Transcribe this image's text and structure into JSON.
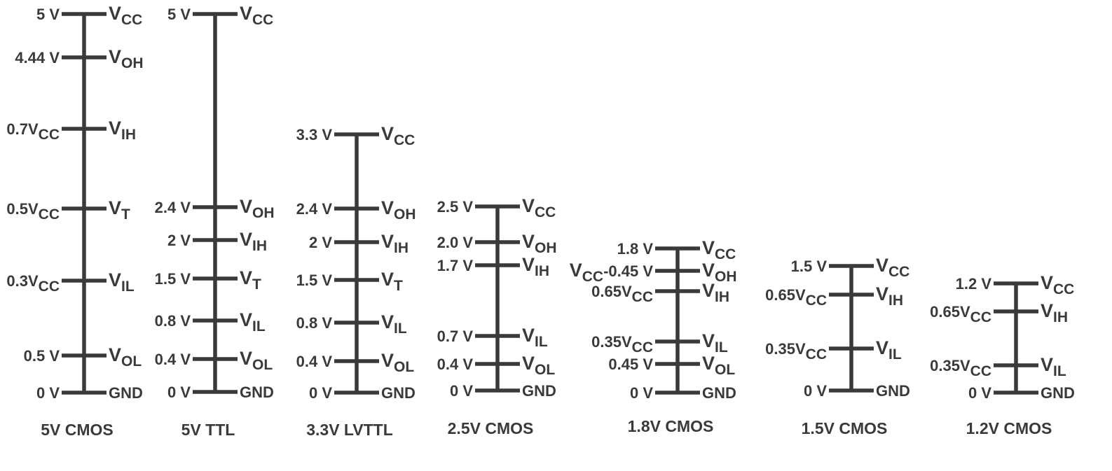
{
  "colors": {
    "line": "#3a3a3a",
    "text": "#3a3a3a",
    "background": "#ffffff"
  },
  "standards": [
    {
      "title": "5V CMOS",
      "levels": [
        {
          "left": [
            {
              "t": "5 V"
            }
          ],
          "right": [
            {
              "t": "V"
            },
            {
              "t": "CC",
              "sub": true
            }
          ]
        },
        {
          "left": [
            {
              "t": "4.44 V"
            }
          ],
          "right": [
            {
              "t": "V"
            },
            {
              "t": "OH",
              "sub": true
            }
          ]
        },
        {
          "left": [
            {
              "t": "0.7V"
            },
            {
              "t": "CC",
              "sub": true
            }
          ],
          "right": [
            {
              "t": "V"
            },
            {
              "t": "IH",
              "sub": true
            }
          ]
        },
        {
          "left": [
            {
              "t": "0.5V"
            },
            {
              "t": "CC",
              "sub": true
            }
          ],
          "right": [
            {
              "t": "V"
            },
            {
              "t": "T",
              "sub": true
            }
          ]
        },
        {
          "left": [
            {
              "t": "0.3V"
            },
            {
              "t": "CC",
              "sub": true
            }
          ],
          "right": [
            {
              "t": "V"
            },
            {
              "t": "IL",
              "sub": true
            }
          ]
        },
        {
          "left": [
            {
              "t": "0.5 V"
            }
          ],
          "right": [
            {
              "t": "V"
            },
            {
              "t": "OL",
              "sub": true
            }
          ]
        },
        {
          "left": [
            {
              "t": "0 V"
            }
          ],
          "right": [
            {
              "t": "GND"
            }
          ]
        }
      ]
    },
    {
      "title": "5V TTL",
      "levels": [
        {
          "left": [
            {
              "t": "5 V"
            }
          ],
          "right": [
            {
              "t": "V"
            },
            {
              "t": "CC",
              "sub": true
            }
          ]
        },
        {
          "left": [
            {
              "t": "2.4 V"
            }
          ],
          "right": [
            {
              "t": "V"
            },
            {
              "t": "OH",
              "sub": true
            }
          ]
        },
        {
          "left": [
            {
              "t": "2 V"
            }
          ],
          "right": [
            {
              "t": "V"
            },
            {
              "t": "IH",
              "sub": true
            }
          ]
        },
        {
          "left": [
            {
              "t": "1.5 V"
            }
          ],
          "right": [
            {
              "t": "V"
            },
            {
              "t": "T",
              "sub": true
            }
          ]
        },
        {
          "left": [
            {
              "t": "0.8 V"
            }
          ],
          "right": [
            {
              "t": "V"
            },
            {
              "t": "IL",
              "sub": true
            }
          ]
        },
        {
          "left": [
            {
              "t": "0.4 V"
            }
          ],
          "right": [
            {
              "t": "V"
            },
            {
              "t": "OL",
              "sub": true
            }
          ]
        },
        {
          "left": [
            {
              "t": "0 V"
            }
          ],
          "right": [
            {
              "t": "GND"
            }
          ]
        }
      ]
    },
    {
      "title": "3.3V LVTTL",
      "levels": [
        {
          "left": [
            {
              "t": "3.3 V"
            }
          ],
          "right": [
            {
              "t": "V"
            },
            {
              "t": "CC",
              "sub": true
            }
          ]
        },
        {
          "left": [
            {
              "t": "2.4 V"
            }
          ],
          "right": [
            {
              "t": "V"
            },
            {
              "t": "OH",
              "sub": true
            }
          ]
        },
        {
          "left": [
            {
              "t": "2 V"
            }
          ],
          "right": [
            {
              "t": "V"
            },
            {
              "t": "IH",
              "sub": true
            }
          ]
        },
        {
          "left": [
            {
              "t": "1.5 V"
            }
          ],
          "right": [
            {
              "t": "V"
            },
            {
              "t": "T",
              "sub": true
            }
          ]
        },
        {
          "left": [
            {
              "t": "0.8 V"
            }
          ],
          "right": [
            {
              "t": "V"
            },
            {
              "t": "IL",
              "sub": true
            }
          ]
        },
        {
          "left": [
            {
              "t": "0.4 V"
            }
          ],
          "right": [
            {
              "t": "V"
            },
            {
              "t": "OL",
              "sub": true
            }
          ]
        },
        {
          "left": [
            {
              "t": "0 V"
            }
          ],
          "right": [
            {
              "t": "GND"
            }
          ]
        }
      ]
    },
    {
      "title": "2.5V CMOS",
      "levels": [
        {
          "left": [
            {
              "t": "2.5 V"
            }
          ],
          "right": [
            {
              "t": "V"
            },
            {
              "t": "CC",
              "sub": true
            }
          ]
        },
        {
          "left": [
            {
              "t": "2.0 V"
            }
          ],
          "right": [
            {
              "t": "V"
            },
            {
              "t": "OH",
              "sub": true
            }
          ]
        },
        {
          "left": [
            {
              "t": "1.7 V"
            }
          ],
          "right": [
            {
              "t": "V"
            },
            {
              "t": "IH",
              "sub": true
            }
          ]
        },
        {
          "left": [
            {
              "t": "0.7 V"
            }
          ],
          "right": [
            {
              "t": "V"
            },
            {
              "t": "IL",
              "sub": true
            }
          ]
        },
        {
          "left": [
            {
              "t": "0.4 V"
            }
          ],
          "right": [
            {
              "t": "V"
            },
            {
              "t": "OL",
              "sub": true
            }
          ]
        },
        {
          "left": [
            {
              "t": "0 V"
            }
          ],
          "right": [
            {
              "t": "GND"
            }
          ]
        }
      ]
    },
    {
      "title": "1.8V CMOS",
      "levels": [
        {
          "left": [
            {
              "t": "1.8 V"
            }
          ],
          "right": [
            {
              "t": "V"
            },
            {
              "t": "CC",
              "sub": true
            }
          ]
        },
        {
          "left": [
            {
              "t": "V"
            },
            {
              "t": "CC",
              "sub": true
            },
            {
              "t": "-0.45 V"
            }
          ],
          "right": [
            {
              "t": "V"
            },
            {
              "t": "OH",
              "sub": true
            }
          ]
        },
        {
          "left": [
            {
              "t": "0.65V"
            },
            {
              "t": "CC",
              "sub": true
            }
          ],
          "right": [
            {
              "t": "V"
            },
            {
              "t": "IH",
              "sub": true
            }
          ]
        },
        {
          "left": [
            {
              "t": "0.35V"
            },
            {
              "t": "CC",
              "sub": true
            }
          ],
          "right": [
            {
              "t": "V"
            },
            {
              "t": "IL",
              "sub": true
            }
          ]
        },
        {
          "left": [
            {
              "t": "0.45 V"
            }
          ],
          "right": [
            {
              "t": "V"
            },
            {
              "t": "OL",
              "sub": true
            }
          ]
        },
        {
          "left": [
            {
              "t": "0 V"
            }
          ],
          "right": [
            {
              "t": "GND"
            }
          ]
        }
      ]
    },
    {
      "title": "1.5V CMOS",
      "levels": [
        {
          "left": [
            {
              "t": "1.5 V"
            }
          ],
          "right": [
            {
              "t": "V"
            },
            {
              "t": "CC",
              "sub": true
            }
          ]
        },
        {
          "left": [
            {
              "t": "0.65V"
            },
            {
              "t": "CC",
              "sub": true
            }
          ],
          "right": [
            {
              "t": "V"
            },
            {
              "t": "IH",
              "sub": true
            }
          ]
        },
        {
          "left": [
            {
              "t": "0.35V"
            },
            {
              "t": "CC",
              "sub": true
            }
          ],
          "right": [
            {
              "t": "V"
            },
            {
              "t": "IL",
              "sub": true
            }
          ]
        },
        {
          "left": [
            {
              "t": "0 V"
            }
          ],
          "right": [
            {
              "t": "GND"
            }
          ]
        }
      ]
    },
    {
      "title": "1.2V CMOS",
      "levels": [
        {
          "left": [
            {
              "t": "1.2 V"
            }
          ],
          "right": [
            {
              "t": "V"
            },
            {
              "t": "CC",
              "sub": true
            }
          ]
        },
        {
          "left": [
            {
              "t": "0.65V"
            },
            {
              "t": "CC",
              "sub": true
            }
          ],
          "right": [
            {
              "t": "V"
            },
            {
              "t": "IH",
              "sub": true
            }
          ]
        },
        {
          "left": [
            {
              "t": "0.35V"
            },
            {
              "t": "CC",
              "sub": true
            }
          ],
          "right": [
            {
              "t": "V"
            },
            {
              "t": "IL",
              "sub": true
            }
          ]
        },
        {
          "left": [
            {
              "t": "0 V"
            }
          ],
          "right": [
            {
              "t": "GND"
            }
          ]
        }
      ]
    }
  ]
}
